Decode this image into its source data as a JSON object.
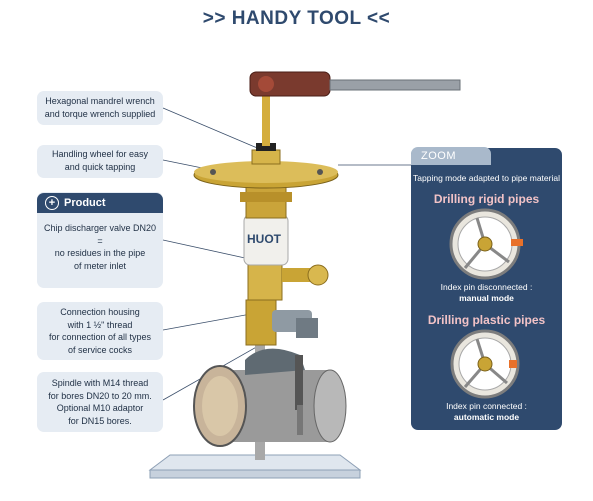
{
  "title": ">> HANDY TOOL <<",
  "callouts": {
    "wrench": [
      "Hexagonal mandrel wrench",
      "and torque wrench supplied"
    ],
    "wheel": [
      "Handling wheel for easy",
      "and quick tapping"
    ],
    "housing": [
      "Connection housing",
      "with 1 ½\" thread",
      "for connection of all types",
      "of service cocks"
    ],
    "spindle": [
      "Spindle with M14 thread",
      "for bores DN20 to 20 mm.",
      "Optional M10 adaptor",
      "for DN15 bores."
    ]
  },
  "product": {
    "label": "Product",
    "lines": [
      "Chip discharger valve DN20",
      "=",
      "no residues in the pipe",
      "of meter inlet"
    ]
  },
  "brand": "HUOT",
  "zoom": {
    "label": "ZOOM",
    "subtitle": "Tapping mode adapted to pipe material",
    "rigid": {
      "heading": "Drilling rigid pipes",
      "caption1": "Index pin disconnected :",
      "caption2": "manual mode"
    },
    "plastic": {
      "heading": "Drilling plastic pipes",
      "caption1": "Index pin connected :",
      "caption2": "automatic mode"
    }
  },
  "colors": {
    "navy": "#2f4a6e",
    "callout_bg": "#e6ecf3",
    "brass": "#c9a435",
    "pink_heading": "#f2c3c7"
  }
}
